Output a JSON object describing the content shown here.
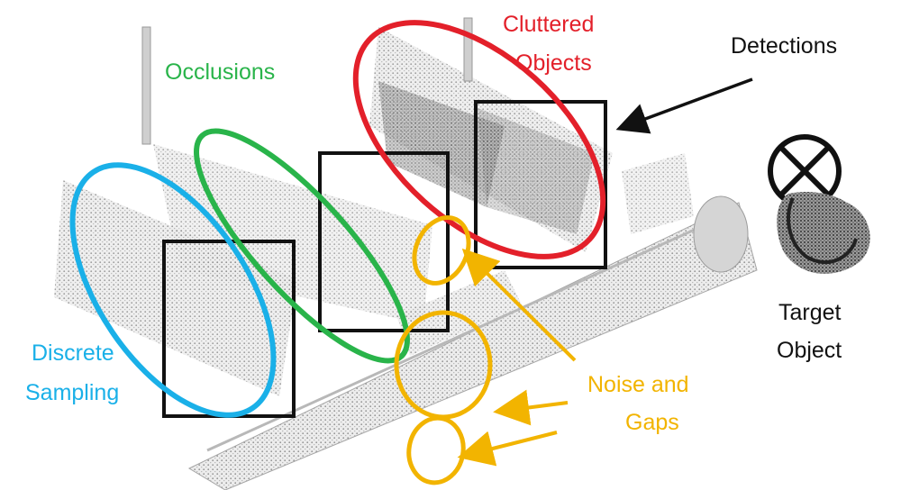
{
  "labels": {
    "occlusions": "Occlusions",
    "cluttered_line1": "Cluttered",
    "cluttered_line2": "Objects",
    "detections": "Detections",
    "target_line1": "Target",
    "target_line2": "Object",
    "discrete_line1": "Discrete",
    "discrete_line2": "Sampling",
    "noise_line1": "Noise and",
    "noise_line2": "Gaps"
  },
  "colors": {
    "discrete_sampling": "#1ab0e8",
    "occlusions": "#29b44a",
    "cluttered": "#e3202a",
    "noise_gaps": "#f2b400",
    "detections": "#111111"
  },
  "icons": [
    "point-cloud-scene",
    "target-valve-icon",
    "detection-arrow-icon",
    "noise-arrow-icon"
  ]
}
